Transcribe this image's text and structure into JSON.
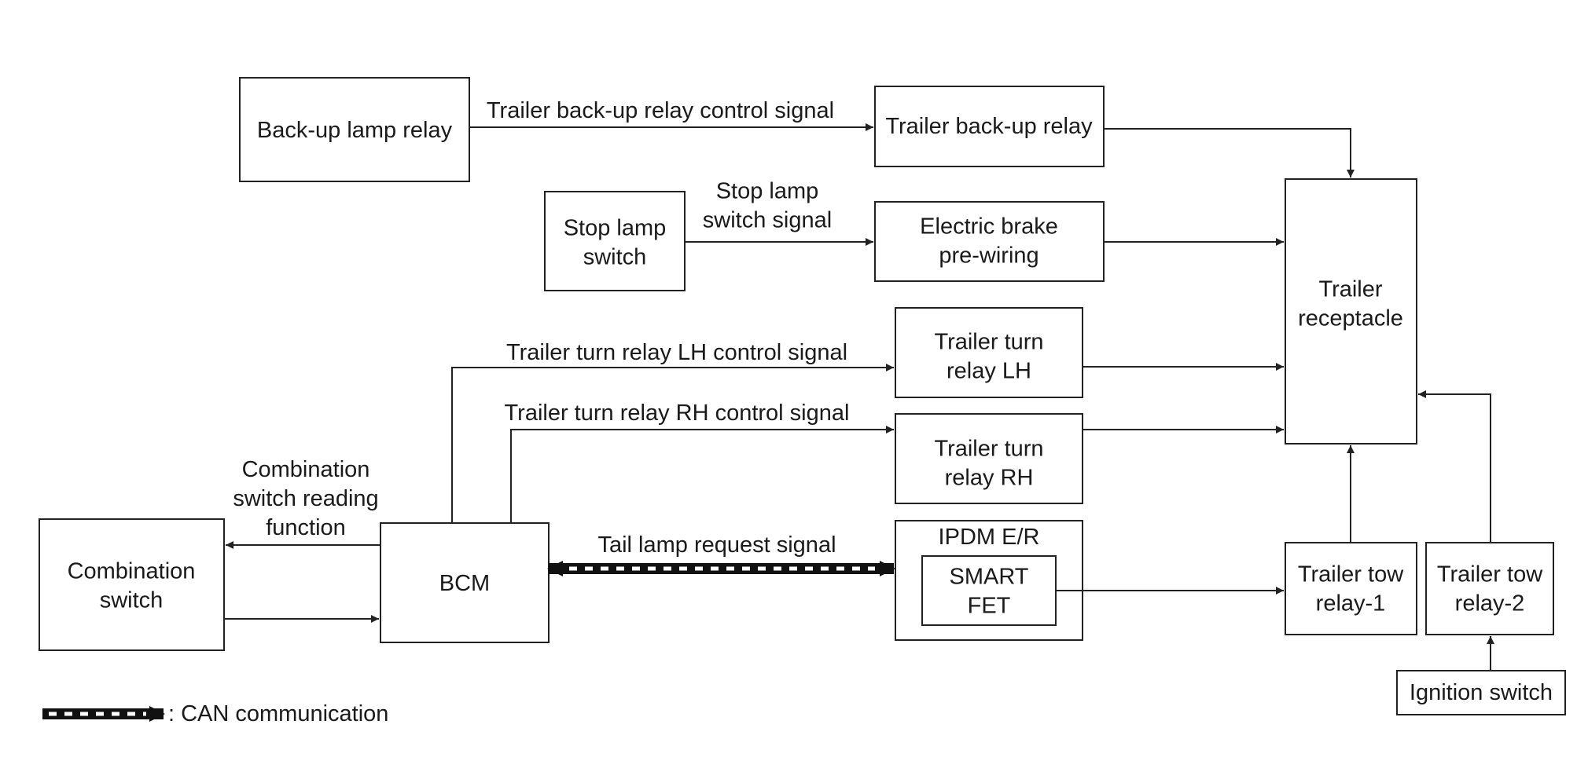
{
  "blocks": {
    "backup_lamp_relay": [
      "Back-up lamp relay"
    ],
    "trailer_backup_relay": [
      "Trailer back-up relay"
    ],
    "stop_lamp_switch": [
      "Stop lamp",
      "switch"
    ],
    "electric_brake": [
      "Electric brake",
      "pre-wiring"
    ],
    "trailer_receptacle": [
      "Trailer",
      "receptacle"
    ],
    "turn_relay_lh": [
      "Trailer turn",
      "relay LH"
    ],
    "turn_relay_rh": [
      "Trailer turn",
      "relay RH"
    ],
    "combination_switch": [
      "Combination",
      "switch"
    ],
    "bcm": [
      "BCM"
    ],
    "ipdm": [
      "IPDM E/R"
    ],
    "smart_fet": [
      "SMART",
      "FET"
    ],
    "tow_relay_1": [
      "Trailer tow",
      "relay-1"
    ],
    "tow_relay_2": [
      "Trailer tow",
      "relay-2"
    ],
    "ignition_switch": [
      "Ignition switch"
    ]
  },
  "signals": {
    "backup_control": [
      "Trailer back-up relay control signal"
    ],
    "stop_lamp_signal": [
      "Stop lamp",
      "switch signal"
    ],
    "turn_lh_signal": [
      "Trailer turn relay LH control signal"
    ],
    "turn_rh_signal": [
      "Trailer turn relay RH control signal"
    ],
    "combination_reading": [
      "Combination",
      "switch reading",
      "function"
    ],
    "tail_lamp_request": [
      "Tail lamp request signal"
    ]
  },
  "legend": {
    "can_label": ": CAN communication"
  }
}
